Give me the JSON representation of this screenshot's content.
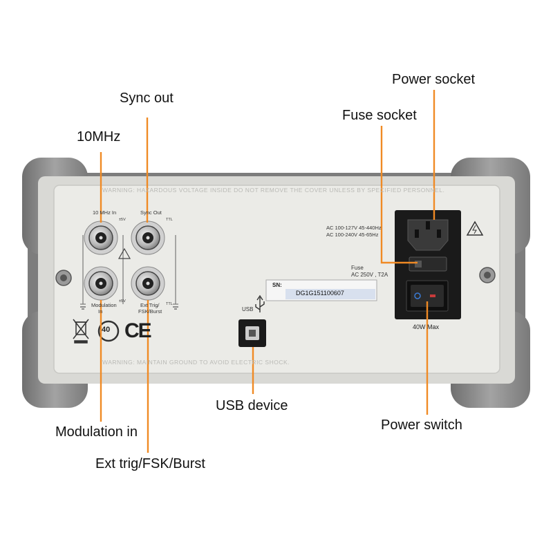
{
  "callouts": {
    "sync_out": "Sync out",
    "ten_mhz": "10MHz",
    "power_socket": "Power socket",
    "fuse_socket": "Fuse socket",
    "usb_device": "USB device",
    "power_switch": "Power switch",
    "modulation_in": "Modulation in",
    "ext_trig": "Ext trig/FSK/Burst"
  },
  "panel": {
    "warning_top": "WARNING: HAZARDOUS VOLTAGE INSIDE DO NOT REMOVE THE COVER UNLESS BY SPECIFIED PERSONNEL.",
    "warning_bottom": "WARNING: MAINTAIN GROUND TO AVOID ELECTRIC SHOCK.",
    "bnc_10mhz_in": "10 MHz In",
    "bnc_sync_out": "Sync Out",
    "bnc_ttl_1": "TTL",
    "bnc_ttl_2": "TTL",
    "bnc_v1": "±5V",
    "bnc_v2": "±5V",
    "bnc_modulation": "Modulation",
    "bnc_modulation_in": "In",
    "bnc_ext_trig": "Ext Trig/",
    "bnc_fsk_burst": "FSK/Burst",
    "ac_line_1": "AC 100-127V  45-440Hz",
    "ac_line_2": "AC 100-240V  45-65Hz",
    "fuse_label": "Fuse",
    "fuse_rating": "AC 250V , T2A",
    "sn_label": "SN:",
    "sn_value": "DG1G151100607",
    "usb_label": "USB",
    "power_rating": "40W Max",
    "cert_40": "40",
    "cert_ce": "CE"
  },
  "colors": {
    "callout_line": "#f08a24",
    "panel": "#ebebe7",
    "bumper": "#8e8e8e",
    "black_part": "#1a1a1a"
  }
}
